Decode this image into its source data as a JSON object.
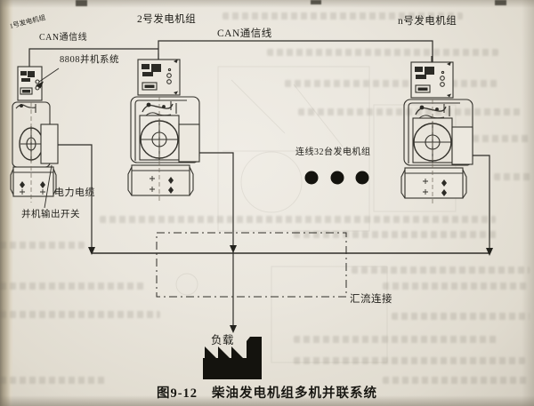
{
  "figure": {
    "caption_label": "图9-12",
    "caption_title": "柴油发电机组多机并联系统"
  },
  "diagram": {
    "generator_labels": [
      "1号发电机组",
      "2号发电机组",
      "n号发电机组"
    ],
    "labels": {
      "can_1": "CAN通信线",
      "can_2": "CAN通信线",
      "parallel_system": "8808并机系统",
      "power_cable": "电力电缆",
      "output_switch": "并机输出开关",
      "expansion": "连线32台发电机组",
      "bus_connection": "汇流连接",
      "load": "负载"
    },
    "icons": {
      "load": "factory-icon",
      "expansion": "ellipsis-dots-icon"
    },
    "colors": {
      "paper": "#eae6dd",
      "ink": "#1f1e19",
      "line": "#34322c",
      "page_edge": "#a99f89"
    }
  }
}
